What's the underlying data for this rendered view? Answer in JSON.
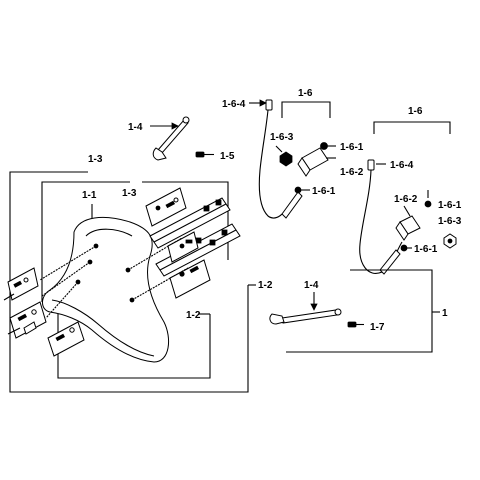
{
  "labels": {
    "assembly": "1",
    "seat": "1-1",
    "bracket_left": "1-2",
    "bracket_right": "1-2",
    "hardware_outer": "1-3",
    "hardware_inner": "1-3",
    "rod_upper": "1-4",
    "rod_lower": "1-4",
    "pin": "1-5",
    "pin_lower": "1-7",
    "cable_left_group": "1-6",
    "cable_right_group": "1-6",
    "left_end_fitting": "1-6-4",
    "left_nut": "1-6-3",
    "left_bolt_top": "1-6-1",
    "left_clamp": "1-6-2",
    "left_bolt_bottom": "1-6-1",
    "right_end_fitting": "1-6-4",
    "right_bolt_top": "1-6-1",
    "right_clamp": "1-6-2",
    "right_nut": "1-6-3",
    "right_bolt_bottom": "1-6-1"
  }
}
